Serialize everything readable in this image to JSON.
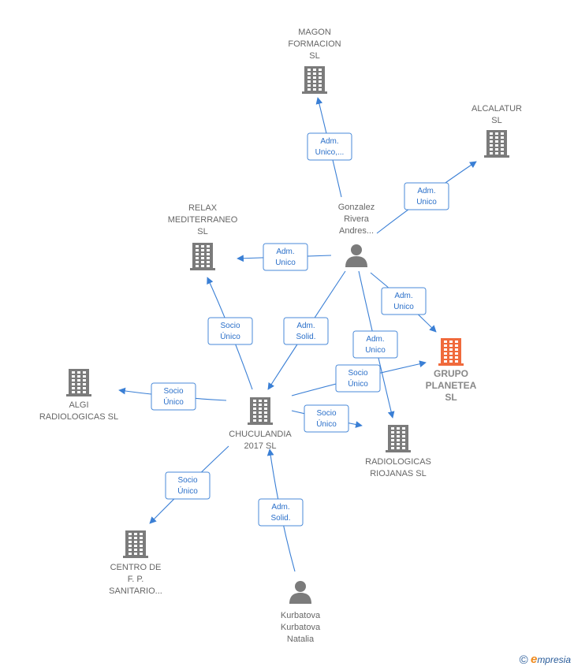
{
  "colors": {
    "node": "#7b7b7b",
    "focus_node": "#f06a3c",
    "edge": "#3a7fd5",
    "label": "#666666"
  },
  "nodes": [
    {
      "id": "magon",
      "kind": "company",
      "lines": [
        "MAGON",
        "FORMACION",
        "SL"
      ]
    },
    {
      "id": "alcalatur",
      "kind": "company",
      "lines": [
        "ALCALATUR",
        "SL"
      ]
    },
    {
      "id": "gonzalez",
      "kind": "person",
      "lines": [
        "Gonzalez",
        "Rivera",
        "Andres..."
      ]
    },
    {
      "id": "relax",
      "kind": "company",
      "lines": [
        "RELAX",
        "MEDITERRANEO",
        "SL"
      ]
    },
    {
      "id": "grupo",
      "kind": "company",
      "focus": true,
      "lines": [
        "GRUPO",
        "PLANETEA",
        "SL"
      ]
    },
    {
      "id": "algi",
      "kind": "company",
      "lines": [
        "ALGI",
        "RADIOLOGICAS SL"
      ]
    },
    {
      "id": "chuculandia",
      "kind": "company",
      "lines": [
        "CHUCULANDIA",
        "2017  SL"
      ]
    },
    {
      "id": "riojanas",
      "kind": "company",
      "lines": [
        "RADIOLOGICAS",
        "RIOJANAS SL"
      ]
    },
    {
      "id": "centro",
      "kind": "company",
      "lines": [
        "CENTRO DE",
        "F.  P.",
        "SANITARIO..."
      ]
    },
    {
      "id": "kurbatova",
      "kind": "person",
      "lines": [
        "Kurbatova",
        "Kurbatova",
        "Natalia"
      ]
    }
  ],
  "edges": [
    {
      "from": "gonzalez",
      "to": "magon",
      "label": [
        "Adm.",
        "Unico,..."
      ]
    },
    {
      "from": "gonzalez",
      "to": "alcalatur",
      "label": [
        "Adm.",
        "Unico"
      ]
    },
    {
      "from": "gonzalez",
      "to": "relax",
      "label": [
        "Adm.",
        "Unico"
      ]
    },
    {
      "from": "gonzalez",
      "to": "grupo",
      "label": [
        "Adm.",
        "Unico"
      ]
    },
    {
      "from": "gonzalez",
      "to": "chuculandia",
      "label": [
        "Adm.",
        "Solid."
      ]
    },
    {
      "from": "gonzalez",
      "to": "riojanas",
      "label": [
        "Adm.",
        "Unico"
      ]
    },
    {
      "from": "chuculandia",
      "to": "relax",
      "label": [
        "Socio",
        "Único"
      ]
    },
    {
      "from": "chuculandia",
      "to": "grupo",
      "label": [
        "Socio",
        "Único"
      ]
    },
    {
      "from": "chuculandia",
      "to": "algi",
      "label": [
        "Socio",
        "Único"
      ]
    },
    {
      "from": "chuculandia",
      "to": "riojanas",
      "label": [
        "Socio",
        "Único"
      ]
    },
    {
      "from": "chuculandia",
      "to": "centro",
      "label": [
        "Socio",
        "Único"
      ]
    },
    {
      "from": "kurbatova",
      "to": "chuculandia",
      "label": [
        "Adm.",
        "Solid."
      ]
    }
  ],
  "footer": {
    "copyright": "©",
    "brand_initial": "e",
    "brand_rest": "mpresia"
  }
}
